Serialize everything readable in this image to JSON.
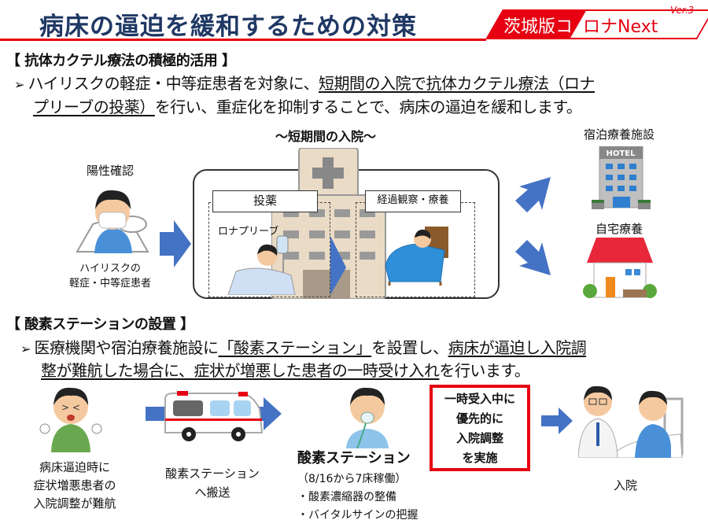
{
  "header": {
    "title": "病床の逼迫を緩和するための対策",
    "logo_red_text": "茨城版コ",
    "logo_white_text": "ロナNext",
    "logo_version": "Ver.3"
  },
  "colors": {
    "title": "#1f3864",
    "accent_red": "#e60012",
    "arrow_blue": "#4472c4"
  },
  "section1": {
    "heading": "【 抗体カクテル療法の積極的活用 】",
    "bullet_line1_plain": "ハイリスクの軽症・中等症患者を対象に、",
    "bullet_line1_underlined": "短期間の入院で抗体カクテル療法（ロナ",
    "bullet_line2_underlined": "プリーブの投薬）",
    "bullet_line2_plain": "を行い、重症化を抑制することで、病床の逼迫を緩和します。",
    "diagram": {
      "positive_label": "陽性確認",
      "patient_label_line1": "ハイリスクの",
      "patient_label_line2": "軽症・中等症患者",
      "hospital_title": "〜短期間の入院〜",
      "dosing_label": "投薬",
      "drug_label": "ロナプリーブ",
      "observation_label": "経過観察・療養",
      "hotel_label": "宿泊療養施設",
      "hotel_sign": "HOTEL",
      "home_label": "自宅療養"
    }
  },
  "section2": {
    "heading": "【 酸素ステーションの設置 】",
    "bullet_line1_plain_a": "医療機関や宿泊療養施設に",
    "bullet_line1_underlined_a": "「酸素ステーション」",
    "bullet_line1_plain_b": "を設置し、",
    "bullet_line1_underlined_b": "病床が逼迫し入院調",
    "bullet_line2_underlined": "整が難航した場合に、症状が増悪した患者の一時受け入れ",
    "bullet_line2_plain": "を行います。",
    "flow": {
      "patient_lines": [
        "病床逼迫時に",
        "症状増悪患者の",
        "入院調整が難航"
      ],
      "transport_lines": [
        "酸素ステーション",
        "へ搬送"
      ],
      "station_title": "酸素ステーション",
      "station_detail": "（8/16から7床稼働）",
      "station_items": [
        "・酸素濃縮器の整備",
        "・バイタルサインの把握"
      ],
      "red_box_lines": [
        "一時受入中に",
        "優先的に",
        "入院調整",
        "を実施"
      ],
      "admission_label": "入院"
    }
  }
}
